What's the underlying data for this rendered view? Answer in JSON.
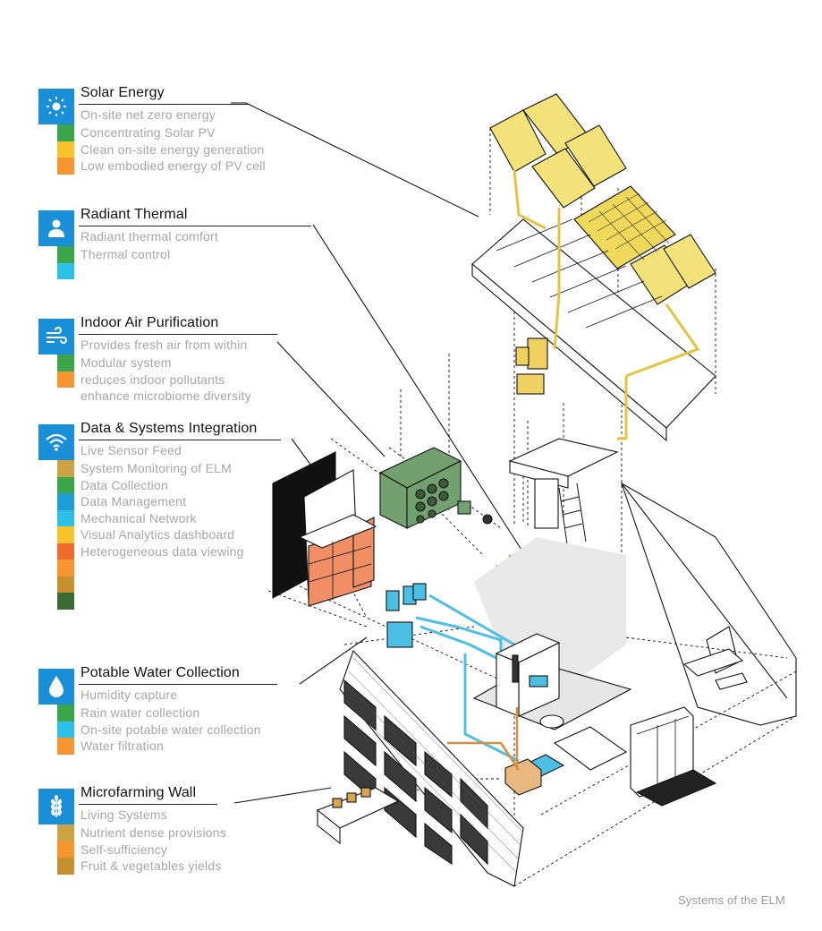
{
  "caption": "Systems of the ELM",
  "colors": {
    "icon_bg": "#1a8fd9",
    "green": "#3aa649",
    "yellow": "#f7c22a",
    "orange": "#f7962f",
    "cyan": "#2cbfe8",
    "gold": "#cda245",
    "red_orange": "#ef6a2d",
    "ochre": "#c6902f",
    "dark_green": "#3b6b35",
    "solar_panel": "#f3e27a",
    "bookshelf": "#f08f66",
    "air_unit": "#73a06f",
    "water_tank": "#4cc0e4",
    "soil_box": "#e8b880"
  },
  "sections": [
    {
      "title": "Solar Energy",
      "icon": "sun-icon",
      "items": [
        {
          "text": "On-site net zero energy",
          "color": ""
        },
        {
          "text": "Concentrating Solar PV",
          "color": "#3aa649"
        },
        {
          "text": "Clean on-site energy generation",
          "color": "#f7c22a"
        },
        {
          "text": "Low embodied energy of PV cell",
          "color": "#f7962f"
        }
      ]
    },
    {
      "title": "Radiant Thermal",
      "icon": "person-icon",
      "items": [
        {
          "text": "Radiant thermal comfort",
          "color": ""
        },
        {
          "text": "Thermal control",
          "color": "#3aa649"
        },
        {
          "text": "",
          "color": "#2cbfe8"
        }
      ]
    },
    {
      "title": "Indoor Air Purification",
      "icon": "wind-icon",
      "items": [
        {
          "text": "Provides fresh air from within",
          "color": ""
        },
        {
          "text": "Modular system",
          "color": "#3aa649"
        },
        {
          "text": "reduces indoor pollutants",
          "color": "#f7962f"
        },
        {
          "text": "enhance microbiome diversity",
          "color": ""
        }
      ]
    },
    {
      "title": "Data & Systems Integration",
      "icon": "wifi-icon",
      "items": [
        {
          "text": "Live Sensor Feed",
          "color": ""
        },
        {
          "text": "System Monitoring of ELM",
          "color": "#cda245"
        },
        {
          "text": "Data Collection",
          "color": "#3aa649"
        },
        {
          "text": "Data Management",
          "color": "#1e9fd6"
        },
        {
          "text": "Mechanical Network",
          "color": "#2cbfe8"
        },
        {
          "text": "Visual Analytics dashboard",
          "color": "#f7c22a"
        },
        {
          "text": "Heterogeneous data viewing",
          "color": "#ef6a2d"
        },
        {
          "text": "",
          "color": "#f7962f"
        },
        {
          "text": "",
          "color": "#c6902f"
        },
        {
          "text": "",
          "color": "#3b6b35"
        }
      ]
    },
    {
      "title": "Potable Water Collection",
      "icon": "water-drop-icon",
      "items": [
        {
          "text": "Humidity capture",
          "color": ""
        },
        {
          "text": "Rain water collection",
          "color": "#3aa649"
        },
        {
          "text": "On-site potable water collection",
          "color": "#2cbfe8"
        },
        {
          "text": "Water filtration",
          "color": "#f7962f"
        }
      ]
    },
    {
      "title": "Microfarming Wall",
      "icon": "wheat-icon",
      "items": [
        {
          "text": "Living Systems",
          "color": ""
        },
        {
          "text": "Nutrient dense provisions",
          "color": "#cda245"
        },
        {
          "text": "Self-sufficiency",
          "color": "#f7962f"
        },
        {
          "text": "Fruit & vegetables yields",
          "color": "#c6902f"
        }
      ]
    }
  ]
}
